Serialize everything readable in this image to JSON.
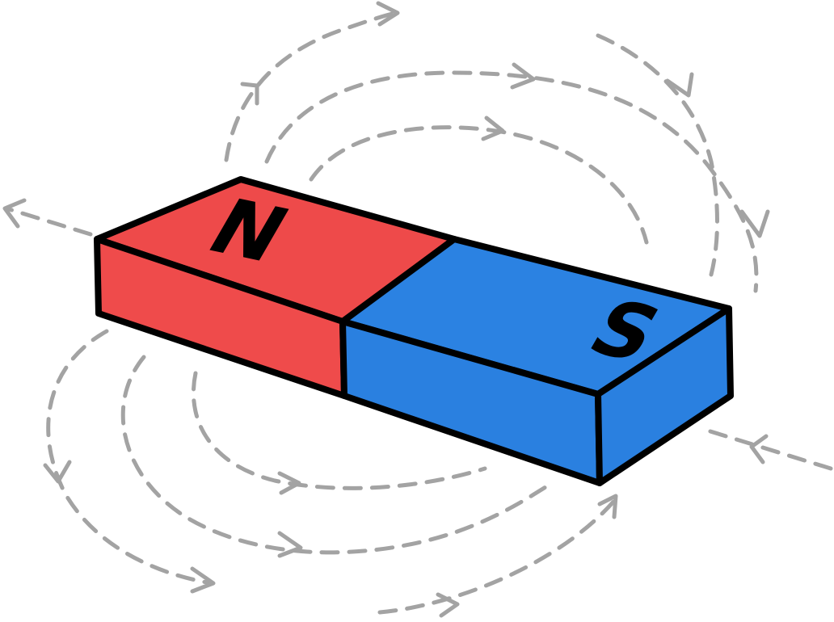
{
  "magnet": {
    "north_label": "N",
    "south_label": "S",
    "colors": {
      "north_top": "#ee4a4a",
      "north_side": "#ef4b4b",
      "south_top": "#2b82e2",
      "south_side": "#2a80e0",
      "outline": "#000000",
      "field_lines": "#a3a3a3"
    }
  },
  "field": {
    "line_style": "dashed",
    "direction": "north-to-south",
    "arrow_icon": "arrowhead-icon"
  }
}
